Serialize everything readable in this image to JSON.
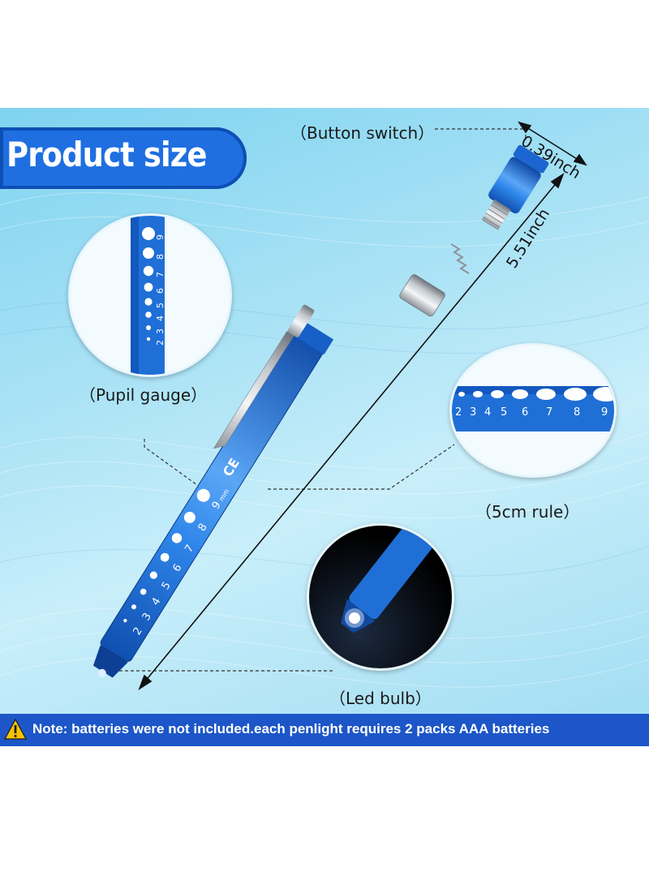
{
  "title": "Product size",
  "callouts": {
    "button_switch": "（Button switch）",
    "pupil_gauge": "（Pupil gauge）",
    "rule": "（5cm rule）",
    "led_bulb": "（Led bulb）"
  },
  "dimensions": {
    "cap_width": "0.39inch",
    "length": "5.51inch"
  },
  "pen_markings": {
    "gauge_numbers": [
      "2",
      "3",
      "4",
      "5",
      "6",
      "7",
      "8",
      "9"
    ],
    "gauge_unit": "mm",
    "ce_mark": "CE"
  },
  "note": "Note: batteries were not included.each penlight requires 2 packs AAA batteries",
  "colors": {
    "pen_blue": "#1f6fd6",
    "badge_blue": "#1f6fe0",
    "note_bar": "#1c56c8",
    "warning_yellow": "#f5c400"
  },
  "icons": [
    "warning-icon"
  ]
}
